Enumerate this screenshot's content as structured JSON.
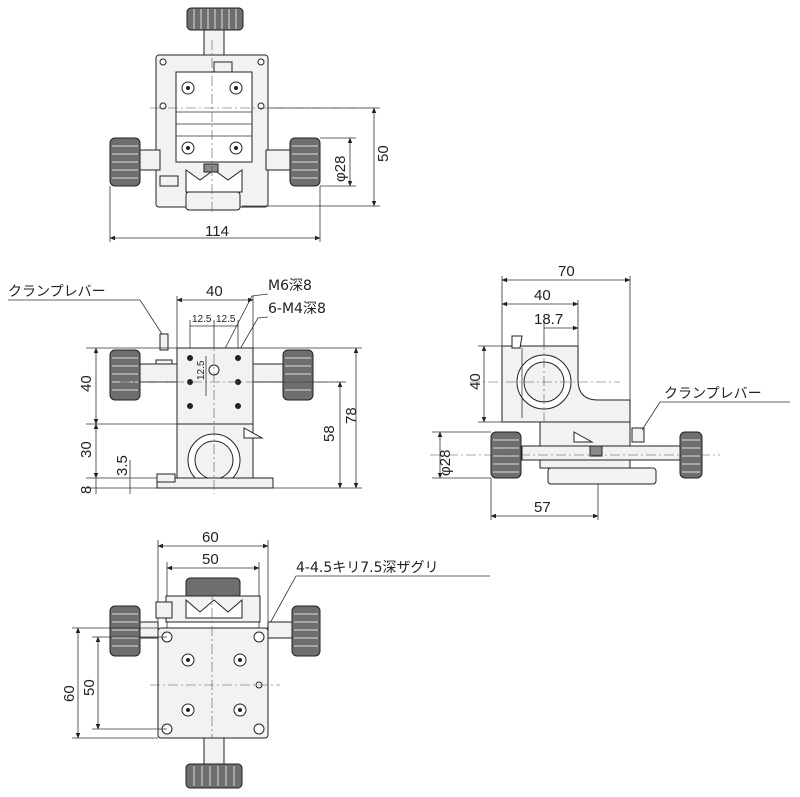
{
  "top_view": {
    "width_dim": "114",
    "height_dim": "50",
    "knob_dia": "φ28"
  },
  "front_view": {
    "clamp_lever": "クランプレバー",
    "tap_main": "M6深8",
    "tap_holes": "6-M4深8",
    "width_40": "40",
    "pitch_a": "12.5",
    "pitch_b": "12.5",
    "pitch_vertical": "12.5",
    "h40": "40",
    "h30": "30",
    "h3_5": "3.5",
    "h8": "8",
    "h58": "58",
    "h78": "78"
  },
  "side_view": {
    "d70": "70",
    "d40": "40",
    "d18_7": "18.7",
    "h40": "40",
    "knob_dia": "φ28",
    "d57": "57",
    "clamp_lever": "クランプレバー"
  },
  "bottom_view": {
    "d60": "60",
    "d50": "50",
    "counterbore": "4-4.5キリ7.5深ザグリ",
    "h60": "60",
    "h50": "50"
  }
}
